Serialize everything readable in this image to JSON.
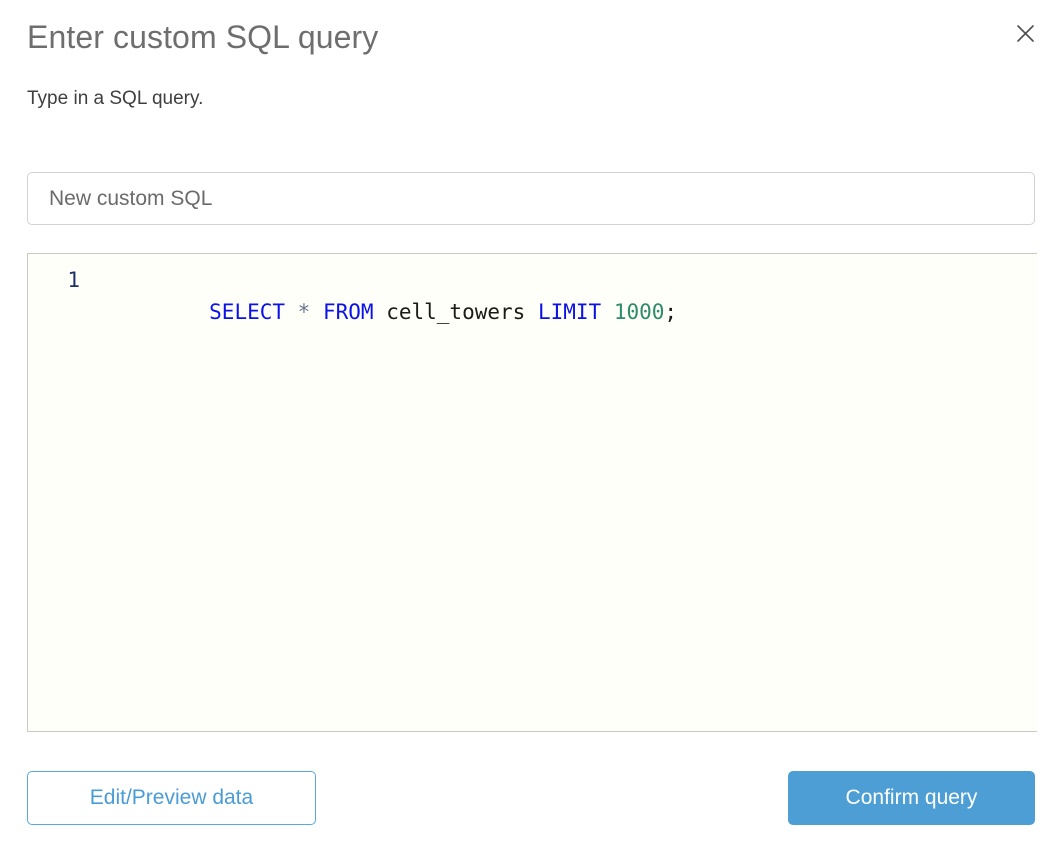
{
  "dialog": {
    "title": "Enter custom SQL query",
    "subtitle": "Type in a SQL query.",
    "close_icon": "close-icon"
  },
  "name_field": {
    "value": "New custom SQL",
    "placeholder": "New custom SQL"
  },
  "editor": {
    "line_number": "1",
    "background_color": "#fffff9",
    "query": "SELECT * FROM cell_towers LIMIT 1000;",
    "tokens": [
      {
        "text": "SELECT",
        "type": "keyword",
        "color": "#0a12e8"
      },
      {
        "text": " ",
        "type": "space"
      },
      {
        "text": "*",
        "type": "star",
        "color": "#67768c"
      },
      {
        "text": " ",
        "type": "space"
      },
      {
        "text": "FROM",
        "type": "keyword",
        "color": "#0a12e8"
      },
      {
        "text": " ",
        "type": "space"
      },
      {
        "text": "cell_towers",
        "type": "ident",
        "color": "#1a1a1a"
      },
      {
        "text": " ",
        "type": "space"
      },
      {
        "text": "LIMIT",
        "type": "keyword",
        "color": "#0a12e8"
      },
      {
        "text": " ",
        "type": "space"
      },
      {
        "text": "1000",
        "type": "number",
        "color": "#2e8b6b"
      },
      {
        "text": ";",
        "type": "punct",
        "color": "#1a1a1a"
      }
    ]
  },
  "footer": {
    "secondary_label": "Edit/Preview data",
    "primary_label": "Confirm query",
    "primary_color": "#4d9ed4",
    "secondary_color": "#4a9cd6"
  }
}
